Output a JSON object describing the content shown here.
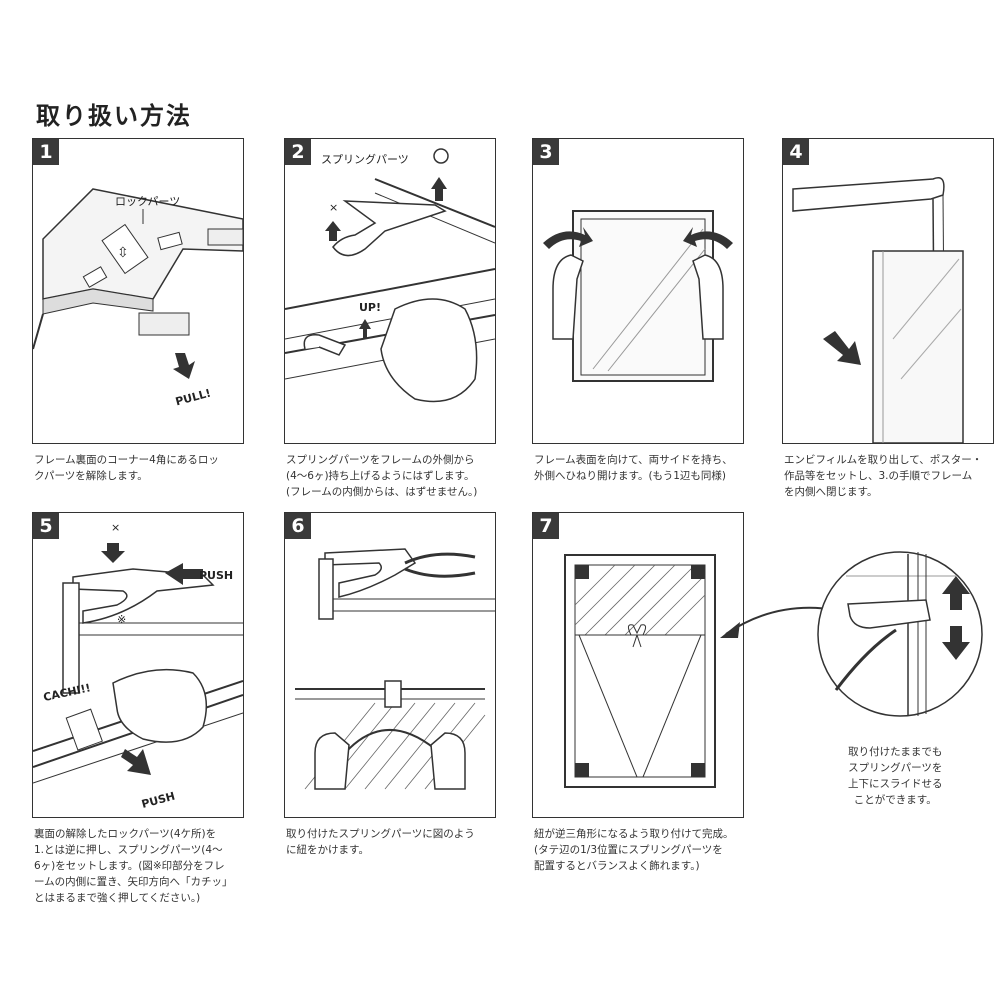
{
  "title": "取り扱い方法",
  "steps": [
    {
      "num": "1",
      "labels": {
        "lock": "ロックパーツ",
        "pull": "PULL!"
      },
      "caption": [
        "フレーム裏面のコーナー4角にあるロッ",
        "クパーツを解除します。"
      ]
    },
    {
      "num": "2",
      "labels": {
        "spring": "スプリングパーツ",
        "ok": "○",
        "ng": "×",
        "up": "UP!"
      },
      "caption": [
        "スプリングパーツをフレームの外側から",
        "(4〜6ヶ)持ち上げるようにはずします。",
        "(フレームの内側からは、はずせません。)"
      ]
    },
    {
      "num": "3",
      "caption": [
        "フレーム表面を向けて、両サイドを持ち、",
        "外側へひねり開けます。(もう1辺も同様)"
      ]
    },
    {
      "num": "4",
      "caption": [
        "エンビフィルムを取り出して、ポスター・",
        "作品等をセットし、3.の手順でフレーム",
        "を内側へ閉じます。"
      ]
    },
    {
      "num": "5",
      "labels": {
        "ng": "×",
        "push1": "PUSH",
        "mark": "※",
        "cachi": "CACHI!!",
        "push2": "PUSH"
      },
      "caption": [
        "裏面の解除したロックパーツ(4ケ所)を",
        "1.とは逆に押し、スプリングパーツ(4〜",
        "6ヶ)をセットします。(図※印部分をフレ",
        "ームの内側に置き、矢印方向へ「カチッ」",
        "とはまるまで強く押してください。)"
      ]
    },
    {
      "num": "6",
      "caption": [
        "取り付けたスプリングパーツに図のよう",
        "に紐をかけます。"
      ]
    },
    {
      "num": "7",
      "caption": [
        "紐が逆三角形になるよう取り付けて完成。",
        "(タテ辺の1/3位置にスプリングパーツを",
        "配置するとバランスよく飾れます。)"
      ]
    }
  ],
  "side_note": [
    "取り付けたままでも",
    "スプリングパーツを",
    "上下にスライドせる",
    "ことができます。"
  ]
}
